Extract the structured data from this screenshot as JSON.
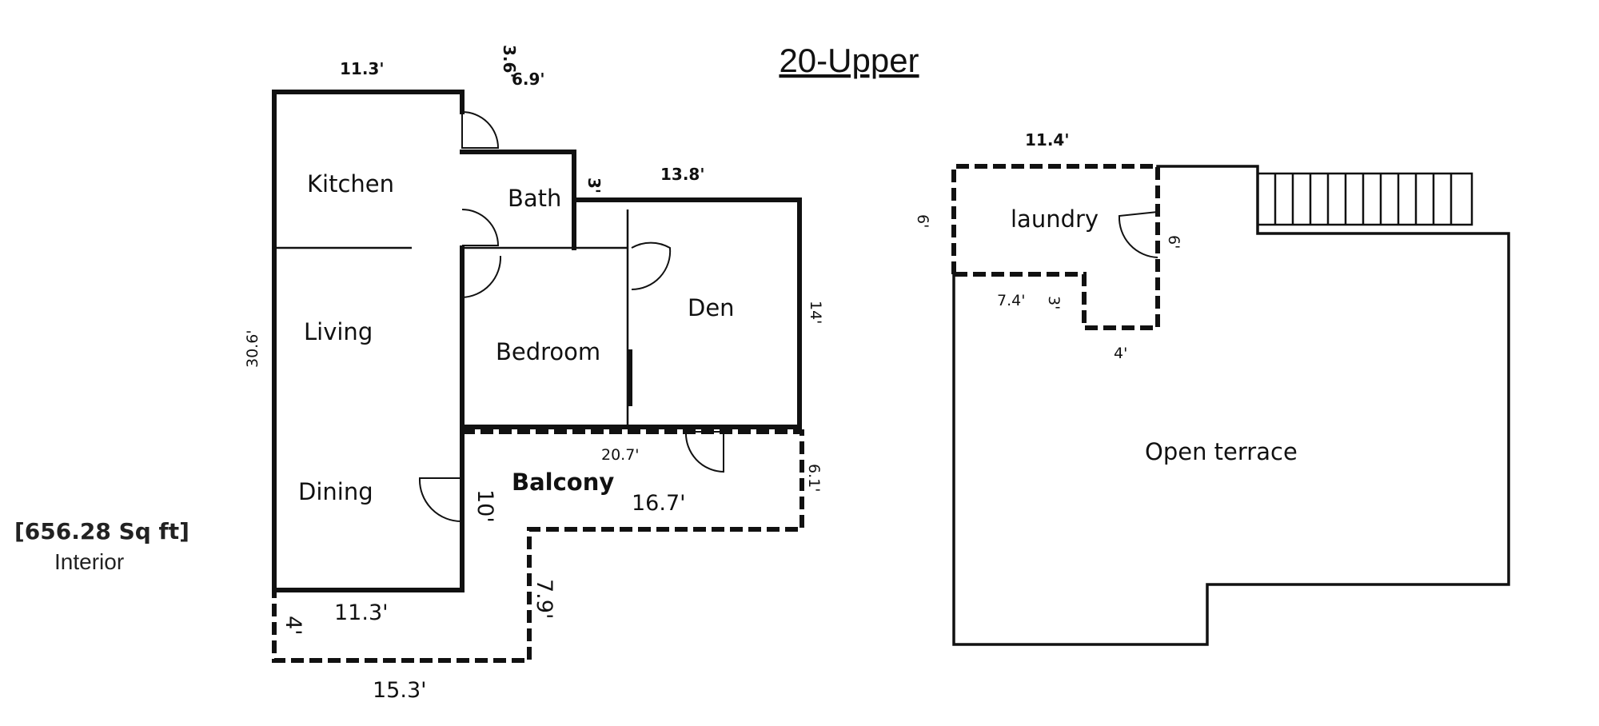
{
  "title": "20-Upper",
  "summary": {
    "area": "[656.28 Sq ft]",
    "label": "Interior"
  },
  "rooms": {
    "kitchen": "Kitchen",
    "bath": "Bath",
    "living": "Living",
    "bedroom": "Bedroom",
    "den": "Den",
    "dining": "Dining",
    "balcony": "Balcony",
    "laundry": "laundry",
    "terrace": "Open terrace"
  },
  "dimensions": {
    "top_width": "11.3'",
    "bath_a": "3.6'",
    "bath_b": "6.9'",
    "bath_c": "3'",
    "den_width": "13.8'",
    "left_height": "30.6'",
    "den_height": "14'",
    "balcony_top": "20.7'",
    "balcony_right": "6.1'",
    "balcony_width": "16.7'",
    "balcony_depth": "10'",
    "lower_diag": "7.9'",
    "lower_width": "11.3'",
    "lower_depth": "4'",
    "bottom_width": "15.3'",
    "laundry_width": "11.4'",
    "laundry_left": "6'",
    "laundry_right": "6'",
    "laundry_lower": "7.4'",
    "laundry_step": "3'",
    "laundry_bottom": "4'"
  }
}
